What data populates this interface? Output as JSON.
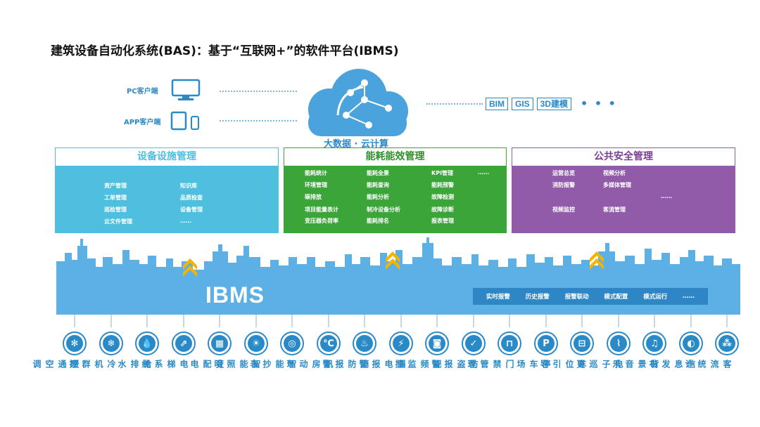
{
  "title": "建筑设备自动化系统(BAS)：基于“互联网+”的软件平台(IBMS)",
  "clients": [
    {
      "label": "PC客户端",
      "icon": "monitor-icon"
    },
    {
      "label": "APP客户端",
      "icon": "tablet-phone-icon"
    }
  ],
  "cloud": {
    "label": "大数据 · 云计算",
    "icon": "cloud-network-icon",
    "color": "#4aa3dc"
  },
  "tags": [
    "BIM",
    "GIS",
    "3D建模"
  ],
  "tags_more": "• • •",
  "modules": [
    {
      "title": "设备设施管理",
      "color": "#4fbfe0",
      "items": [
        "资产管理",
        "知识库",
        "工单管理",
        "品质检查",
        "巡检管理",
        "设备管理",
        "云文件管理",
        "……"
      ]
    },
    {
      "title": "能耗能效管理",
      "color": "#3ca53a",
      "items": [
        "能耗统计",
        "能耗全景",
        "KPI管理",
        "……",
        "环境管理",
        "能耗查询",
        "能耗预警",
        "碳排放",
        "能耗分析",
        "故障检测",
        "项目能量表计",
        "制冷设备分析",
        "故障诊断",
        "变压器负荷率",
        "能耗排名",
        "报表管理"
      ]
    },
    {
      "title": "公共安全管理",
      "color": "#925ba9",
      "items": [
        "运营总览",
        "视频分析",
        "消防报警",
        "多媒体管理",
        "……",
        "视频监控",
        "客流管理"
      ]
    }
  ],
  "ibms": {
    "label": "IBMS",
    "color": "#5cb0e4"
  },
  "alarm_items": [
    "实时报警",
    "历史报警",
    "报警联动",
    "模式配置",
    "模式运行",
    "……"
  ],
  "devices": [
    {
      "label": "暖通空调",
      "glyph": "✻",
      "icon": "fan-icon"
    },
    {
      "label": "冷机群控",
      "glyph": "❄",
      "icon": "chiller-icon"
    },
    {
      "label": "给排水",
      "glyph": "💧",
      "icon": "water-drop-icon"
    },
    {
      "label": "电梯系统",
      "glyph": "⇗",
      "icon": "escalator-icon"
    },
    {
      "label": "变配电",
      "glyph": "▦",
      "icon": "power-distribution-icon"
    },
    {
      "label": "智能照明",
      "glyph": "☀",
      "icon": "light-bulb-icon"
    },
    {
      "label": "智能抄表",
      "glyph": "◎",
      "icon": "meter-icon"
    },
    {
      "label": "机房动环",
      "glyph": "℃",
      "icon": "temperature-icon"
    },
    {
      "label": "消防报警",
      "glyph": "♨",
      "icon": "fire-icon"
    },
    {
      "label": "漏电报警",
      "glyph": "⚡",
      "icon": "lightning-icon"
    },
    {
      "label": "视频监控",
      "glyph": "◙",
      "icon": "camera-icon"
    },
    {
      "label": "防盗报警",
      "glyph": "✓",
      "icon": "shield-icon"
    },
    {
      "label": "门禁管理",
      "glyph": "⊓",
      "icon": "door-icon"
    },
    {
      "label": "停车场",
      "glyph": "P",
      "icon": "parking-icon"
    },
    {
      "label": "车位引导",
      "glyph": "⊟",
      "icon": "car-icon"
    },
    {
      "label": "电子巡更",
      "glyph": "⌇",
      "icon": "patrol-icon"
    },
    {
      "label": "背景音乐",
      "glyph": "♫",
      "icon": "music-icon"
    },
    {
      "label": "信息发布",
      "glyph": "◐",
      "icon": "message-icon"
    },
    {
      "label": "客流统计",
      "glyph": "⁂",
      "icon": "people-flow-icon"
    }
  ]
}
